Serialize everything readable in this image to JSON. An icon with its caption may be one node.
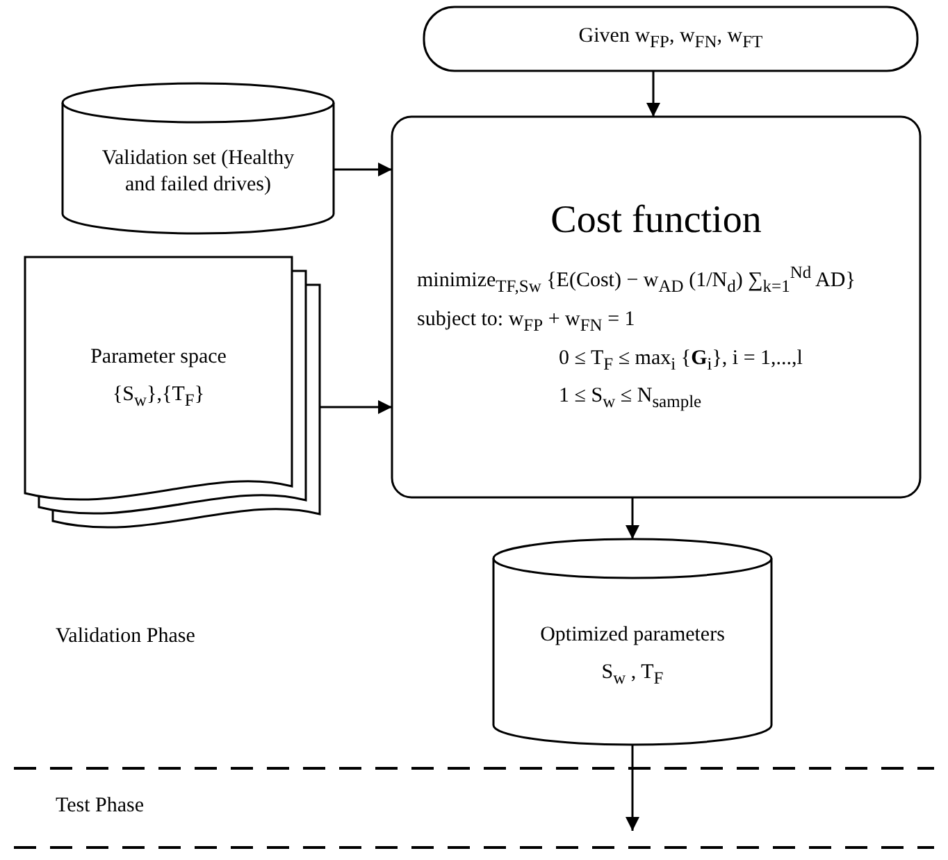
{
  "diagram": {
    "nodes": [
      {
        "text": [
          "Given w$_{FP}$, w$_{FN}$, w$_{FT}$"
        ]
      },
      {
        "text": [
          "Validation set (Healthy and failed drives)"
        ]
      },
      {
        "text": [
          "Cost function",
          "minimize$_{TF,Sw}$ {E(Cost) − w$_{AD}$ (1/N$_{d}$) ∑$_{k=1}$$^{Nd}$ AD}",
          "subject to: w$_{FP}$ + w$_{FN}$ = 1",
          "0 ≤ T$_{F}$ ≤ max$_{i}$ {**G**$_{i}$}, i = 1,...,l",
          "1 ≤ S$_{w}$ ≤ N$_{sample}$"
        ]
      },
      {
        "text": [
          "Parameter space",
          "{S$_{w}$},{T$_{F}$}"
        ]
      },
      {
        "text": [
          "Optimized parameters",
          "S$_{w}$ , T$_{F}$"
        ]
      }
    ],
    "edges": [
      {
        "from": 0,
        "to": 2,
        "arrow": "to"
      },
      {
        "from": 1,
        "to": 2,
        "arrow": "to"
      },
      {
        "from": 3,
        "to": 2,
        "arrow": "to"
      },
      {
        "from": 2,
        "to": 4,
        "arrow": "to"
      },
      {
        "from": 4,
        "to": null,
        "arrow": "to"
      }
    ],
    "labels": [
      "Validation Phase",
      "Test Phase"
    ]
  }
}
